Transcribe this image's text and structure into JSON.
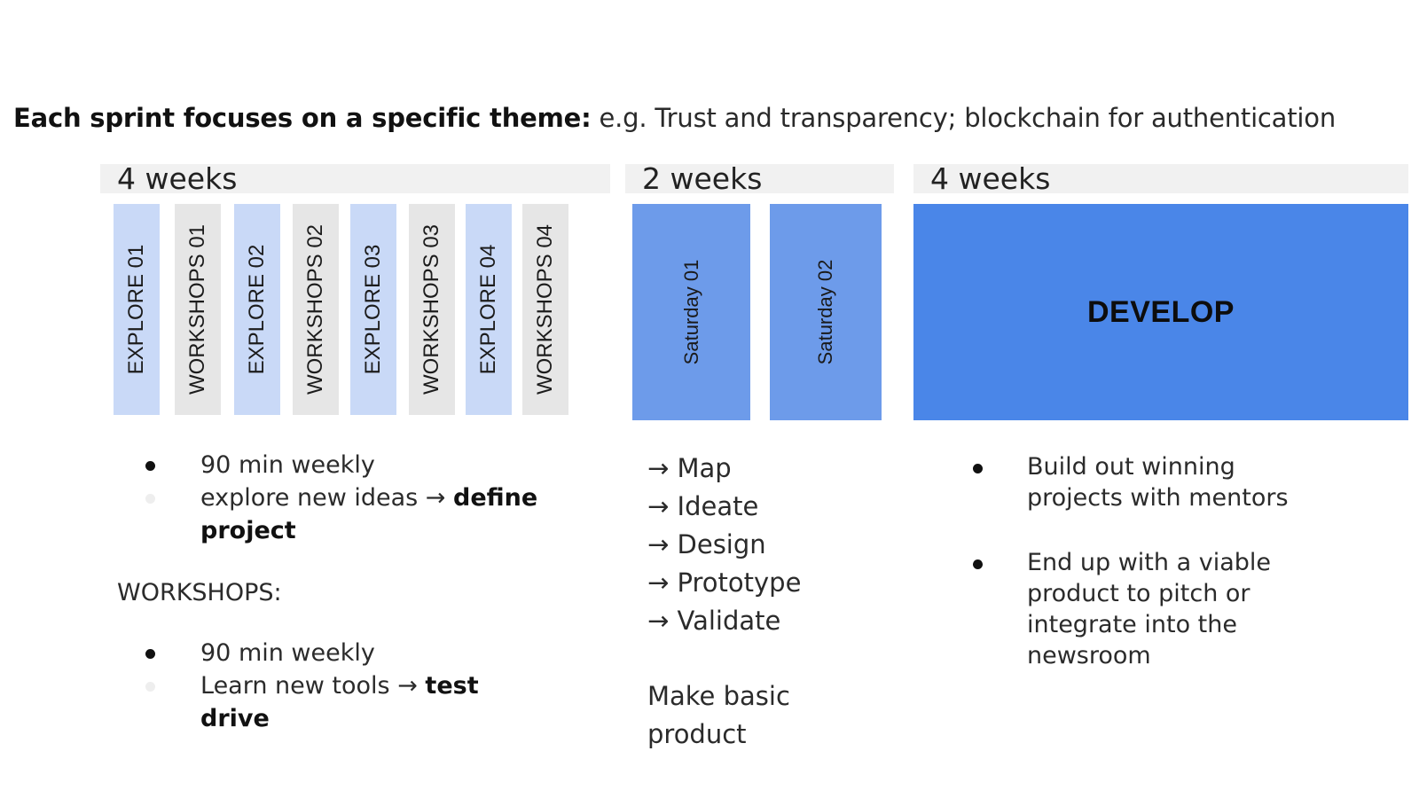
{
  "headline": {
    "bold": "Each sprint focuses on a specific theme:",
    "rest": " e.g. Trust and transparency; blockchain for authentication"
  },
  "phases": [
    {
      "duration": "4 weeks"
    },
    {
      "duration": "2 weeks"
    },
    {
      "duration": "4 weeks"
    }
  ],
  "phase1": {
    "columns": [
      "EXPLORE 01",
      "WORKSHOPS 01",
      "EXPLORE 02",
      "WORKSHOPS 02",
      "EXPLORE 03",
      "WORKSHOPS 03",
      "EXPLORE 04",
      "WORKSHOPS 04"
    ],
    "explore_notes": {
      "line1": "90 min weekly",
      "line2": "explore new ideas → ",
      "line2_bold": "define",
      "line3_bold": "project"
    },
    "workshops_heading": "WORKSHOPS:",
    "workshop_notes": {
      "line1": "90 min weekly",
      "line2": "Learn new tools →   ",
      "line2_bold": "test",
      "line3_bold": "drive"
    }
  },
  "phase2": {
    "columns": [
      "Saturday 01",
      "Saturday 02"
    ],
    "steps": [
      "→ Map",
      "→ Ideate",
      "→ Design",
      "→ Prototype",
      "→ Validate"
    ],
    "outcome_line1": "Make basic",
    "outcome_line2": "product"
  },
  "phase3": {
    "block_label": "DEVELOP",
    "bullets": [
      {
        "line1": "Build out winning",
        "line2": "projects with mentors"
      },
      {
        "line1": "End up with a viable",
        "line2": "product to pitch or",
        "line3": "integrate into the",
        "line4": "newsroom"
      }
    ]
  },
  "colors": {
    "explore": "#c9d9f7",
    "workshop": "#e6e6e6",
    "saturday": "#6d9bea",
    "develop": "#4a86e8",
    "weeks_bar": "#f1f1f1"
  }
}
